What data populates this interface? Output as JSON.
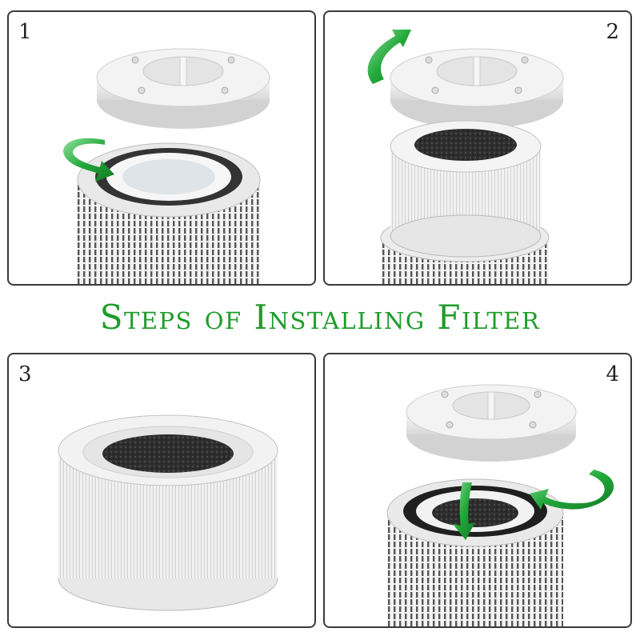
{
  "title": "Steps of Installing Filter",
  "steps": [
    {
      "number": "1"
    },
    {
      "number": "2"
    },
    {
      "number": "3"
    },
    {
      "number": "4"
    }
  ],
  "colors": {
    "arrow": "#22a83a",
    "title": "#1e9c2a",
    "border": "#3a3a3a"
  },
  "icons": [
    "rotate-arrow-icon",
    "lift-arrow-icon",
    "insert-arrow-icon"
  ]
}
